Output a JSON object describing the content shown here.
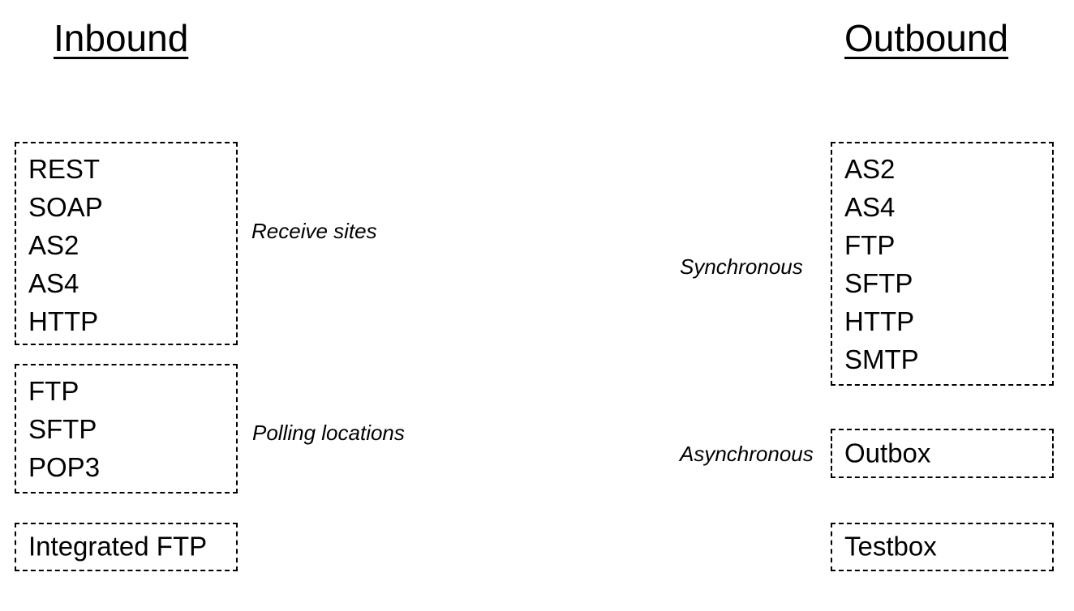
{
  "diagram": {
    "columns": {
      "inbound": {
        "title": "Inbound"
      },
      "outbound": {
        "title": "Outbound"
      }
    },
    "inbound_groups": [
      {
        "annotation": "Receive sites",
        "items": [
          "REST",
          "SOAP",
          "AS2",
          "AS4",
          "HTTP"
        ]
      },
      {
        "annotation": "Polling locations",
        "items": [
          "FTP",
          "SFTP",
          "POP3"
        ]
      },
      {
        "annotation": "",
        "items": [
          "Integrated FTP"
        ]
      }
    ],
    "outbound_groups": [
      {
        "annotation": "Synchronous",
        "items": [
          "AS2",
          "AS4",
          "FTP",
          "SFTP",
          "HTTP",
          "SMTP"
        ]
      },
      {
        "annotation": "Asynchronous",
        "items": [
          "Outbox"
        ]
      },
      {
        "annotation": "",
        "items": [
          "Testbox"
        ]
      }
    ],
    "colors": {
      "text": "#000000",
      "border": "#000000",
      "background": "#ffffff"
    }
  }
}
